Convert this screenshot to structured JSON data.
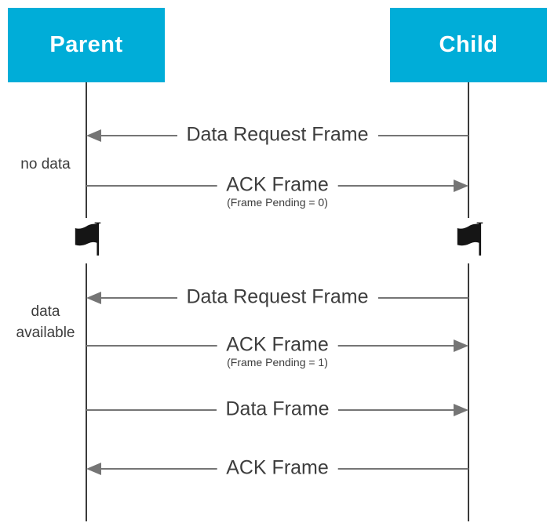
{
  "diagram": {
    "type": "sequence-diagram",
    "actors": [
      {
        "id": "parent",
        "label": "Parent"
      },
      {
        "id": "child",
        "label": "Child"
      }
    ],
    "messages": [
      {
        "label": "Data Request Frame",
        "sublabel": "",
        "from": "child",
        "to": "parent",
        "direction": "left"
      },
      {
        "label": "ACK Frame",
        "sublabel": "(Frame Pending = 0)",
        "from": "parent",
        "to": "child",
        "direction": "right"
      },
      {
        "label": "Data Request Frame",
        "sublabel": "",
        "from": "child",
        "to": "parent",
        "direction": "left"
      },
      {
        "label": "ACK Frame",
        "sublabel": "(Frame Pending = 1)",
        "from": "parent",
        "to": "child",
        "direction": "right"
      },
      {
        "label": "Data Frame",
        "sublabel": "",
        "from": "parent",
        "to": "child",
        "direction": "right"
      },
      {
        "label": "ACK Frame",
        "sublabel": "",
        "from": "child",
        "to": "parent",
        "direction": "left"
      }
    ],
    "annotations": [
      {
        "label": "no data"
      },
      {
        "label": "data\navailable"
      }
    ],
    "icons": {
      "time_break_flag": "⚑"
    },
    "colors": {
      "actor_background": "#00ADD8",
      "actor_text": "#FFFFFF",
      "arrow": "#757575",
      "lifeline": "#3A3A3A",
      "label_text": "#3D3D3D",
      "flag": "#151515",
      "background": "#FFFFFF"
    }
  }
}
